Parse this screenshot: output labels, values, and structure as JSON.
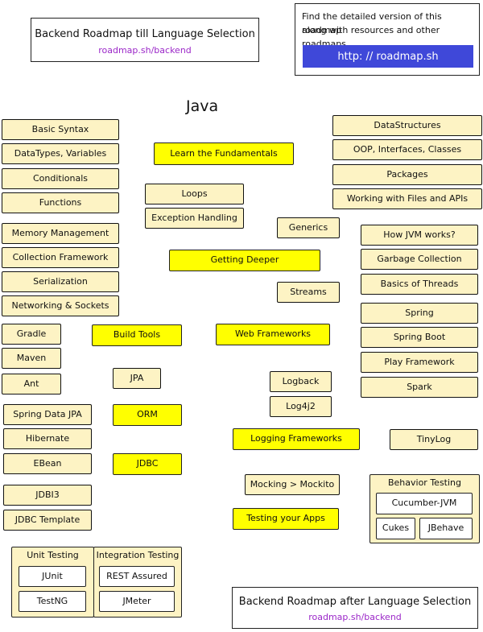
{
  "header": {
    "title": "Backend Roadmap till Language Selection",
    "link": "roadmap.sh/backend"
  },
  "info": {
    "line1": "Find the detailed version of this roadmap",
    "line2": "along with resources and other roadmaps",
    "url_button": "http: // roadmap.sh"
  },
  "heading": "Java",
  "main_topics": {
    "fundamentals": "Learn the Fundamentals",
    "deeper": "Getting Deeper",
    "build_tools": "Build Tools",
    "web_frameworks": "Web Frameworks",
    "orm": "ORM",
    "jdbc": "JDBC",
    "logging": "Logging Frameworks",
    "testing": "Testing your Apps"
  },
  "fundamentals_left": [
    "Basic Syntax",
    "DataTypes, Variables",
    "Conditionals",
    "Functions"
  ],
  "fundamentals_mid": [
    "Loops",
    "Exception Handling"
  ],
  "fundamentals_right": [
    "DataStructures",
    "OOP, Interfaces, Classes",
    "Packages",
    "Working with Files and APIs"
  ],
  "deeper_left": [
    "Memory Management",
    "Collection Framework",
    "Serialization",
    "Networking & Sockets"
  ],
  "deeper_mid": [
    "Generics",
    "Streams"
  ],
  "deeper_right": [
    "How JVM works?",
    "Garbage Collection",
    "Basics of Threads"
  ],
  "build_tools": [
    "Gradle",
    "Maven",
    "Ant"
  ],
  "web_frameworks": [
    "Spring",
    "Spring Boot",
    "Play Framework",
    "Spark"
  ],
  "jpa": "JPA",
  "orm_items": [
    "Spring Data JPA",
    "Hibernate",
    "EBean"
  ],
  "jdbc_items": [
    "JDBI3",
    "JDBC Template"
  ],
  "logging_items": [
    "Logback",
    "Log4j2",
    "TinyLog"
  ],
  "mocking": "Mocking > Mockito",
  "behavior_testing": {
    "label": "Behavior Testing",
    "cucumber": "Cucumber-JVM",
    "cukes": "Cukes",
    "jbehave": "JBehave"
  },
  "unit_testing": {
    "label": "Unit Testing",
    "items": [
      "JUnit",
      "TestNG"
    ]
  },
  "integration_testing": {
    "label": "Integration Testing",
    "items": [
      "REST Assured",
      "JMeter"
    ]
  },
  "footer": {
    "title": "Backend Roadmap after Language Selection",
    "link": "roadmap.sh/backend"
  }
}
